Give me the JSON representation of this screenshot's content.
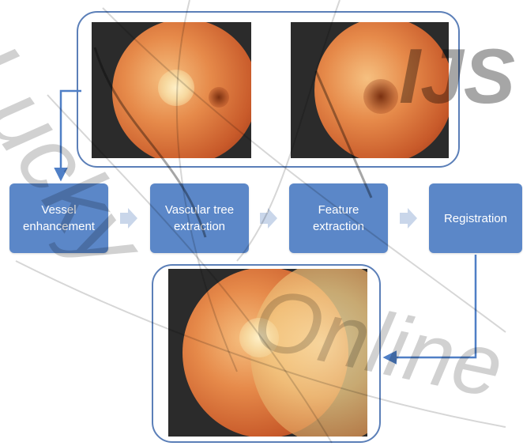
{
  "diagram": {
    "steps": [
      {
        "label": "Vessel\nenhancement"
      },
      {
        "label": "Vascular tree\nextraction"
      },
      {
        "label": "Feature\nextraction"
      },
      {
        "label": "Registration"
      }
    ]
  },
  "colors": {
    "step_fill": "#5b87c8",
    "frame_border": "#5b7fb8",
    "chevron": "#c9d6ea",
    "connector": "#4f7fc6"
  },
  "watermark": {
    "left_text": "Lucky",
    "right_text": "Online",
    "logo_text": "IJS"
  }
}
